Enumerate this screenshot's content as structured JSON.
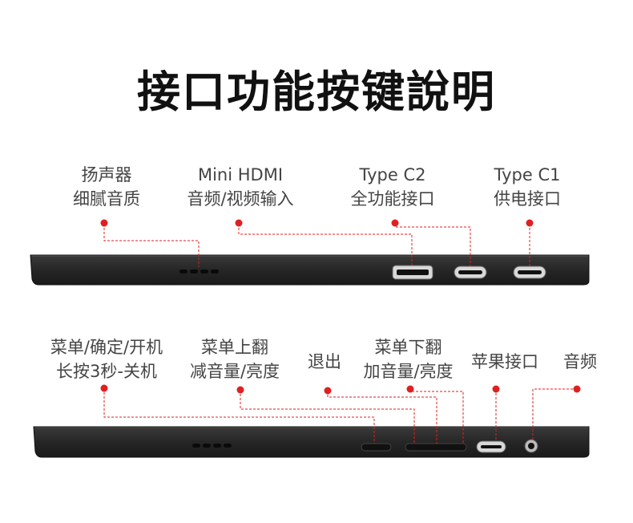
{
  "title": "接口功能按键說明",
  "top_panel": {
    "labels": [
      {
        "line1": "扬声器",
        "line2": "细腻音质"
      },
      {
        "line1": "Mini HDMI",
        "line2": "音频/视频输入"
      },
      {
        "line1": "Type C2",
        "line2": "全功能接口"
      },
      {
        "line1": "Type C1",
        "line2": "供电接口"
      }
    ]
  },
  "bottom_panel": {
    "labels": [
      {
        "line1": "菜单/确定/开机",
        "line2": "长按3秒-关机"
      },
      {
        "line1": "菜单上翻",
        "line2": "减音量/亮度"
      },
      {
        "line1": "退出",
        "line2": ""
      },
      {
        "line1": "菜单下翻",
        "line2": "加音量/亮度"
      },
      {
        "line1": "苹果接口",
        "line2": ""
      },
      {
        "line1": "音频",
        "line2": ""
      }
    ]
  },
  "colors": {
    "accent": "#e02020",
    "panel": "#2b2b2b"
  }
}
